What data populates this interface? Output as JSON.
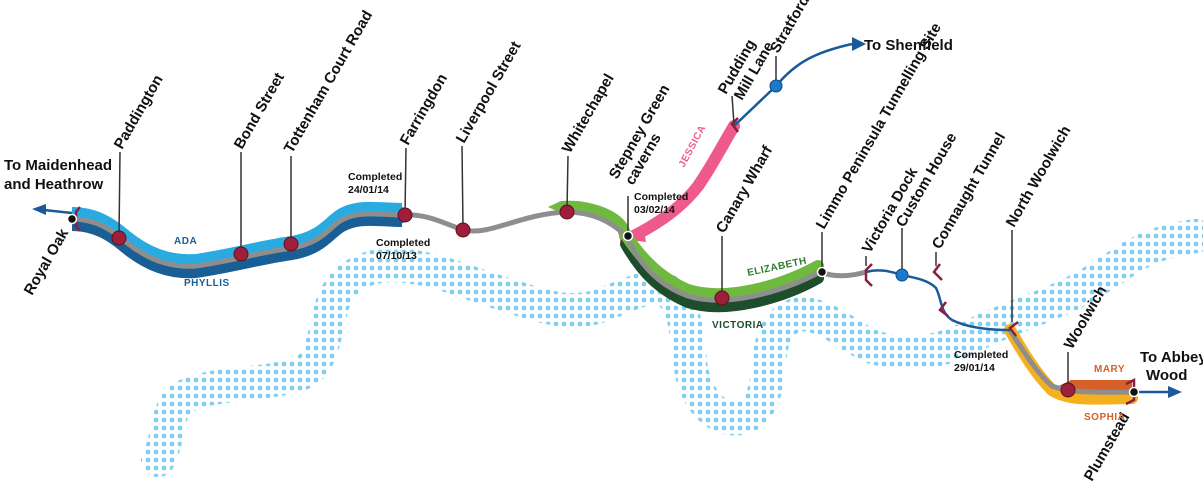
{
  "directions": {
    "west": [
      "To Maidenhead",
      "and Heathrow"
    ],
    "east": [
      "To Abbey",
      "Wood"
    ],
    "northeast": "To Shenfield"
  },
  "stations": {
    "royal_oak": "Royal Oak",
    "paddington": "Paddington",
    "bond_street": "Bond Street",
    "tottenham_court_road": "Tottenham Court Road",
    "farringdon": "Farringdon",
    "liverpool_street": "Liverpool Street",
    "whitechapel": "Whitechapel",
    "stepney_green": [
      "Stepney Green",
      "caverns"
    ],
    "pudding_mill_lane": [
      "Pudding",
      "Mill Lane"
    ],
    "stratford": "Stratford",
    "canary_wharf": "Canary Wharf",
    "limmo": "Limmo Peninsula Tunnelling Site",
    "victoria_dock": "Victoria Dock",
    "custom_house": "Custom House",
    "connaught_tunnel": "Connaught Tunnel",
    "north_woolwich": "North Woolwich",
    "woolwich": "Woolwich",
    "plumstead": "Plumstead"
  },
  "completions": {
    "farringdon_north": [
      "Completed",
      "24/01/14"
    ],
    "farringdon_south": [
      "Completed",
      "07/10/13"
    ],
    "stepney": [
      "Completed",
      "03/02/14"
    ],
    "north_woolwich": [
      "Completed",
      "29/01/14"
    ]
  },
  "tbms": {
    "ada": "ADA",
    "phyllis": "PHYLLIS",
    "jessica": "JESSICA",
    "elizabeth": "ELIZABETH",
    "victoria": "VICTORIA",
    "mary": "MARY",
    "sophia": "SOPHIA"
  },
  "colors": {
    "ada": "#29abe2",
    "phyllis": "#1a5e96",
    "jessica": "#ee5a8e",
    "elizabeth": "#6fb93f",
    "victoria": "#1e4d2b",
    "mary": "#d6602a",
    "sophia": "#f5b01e",
    "route": "#8e8e8e",
    "branch": "#1a5a9a",
    "station": "#9e1f3a",
    "river": "#80cfee"
  }
}
